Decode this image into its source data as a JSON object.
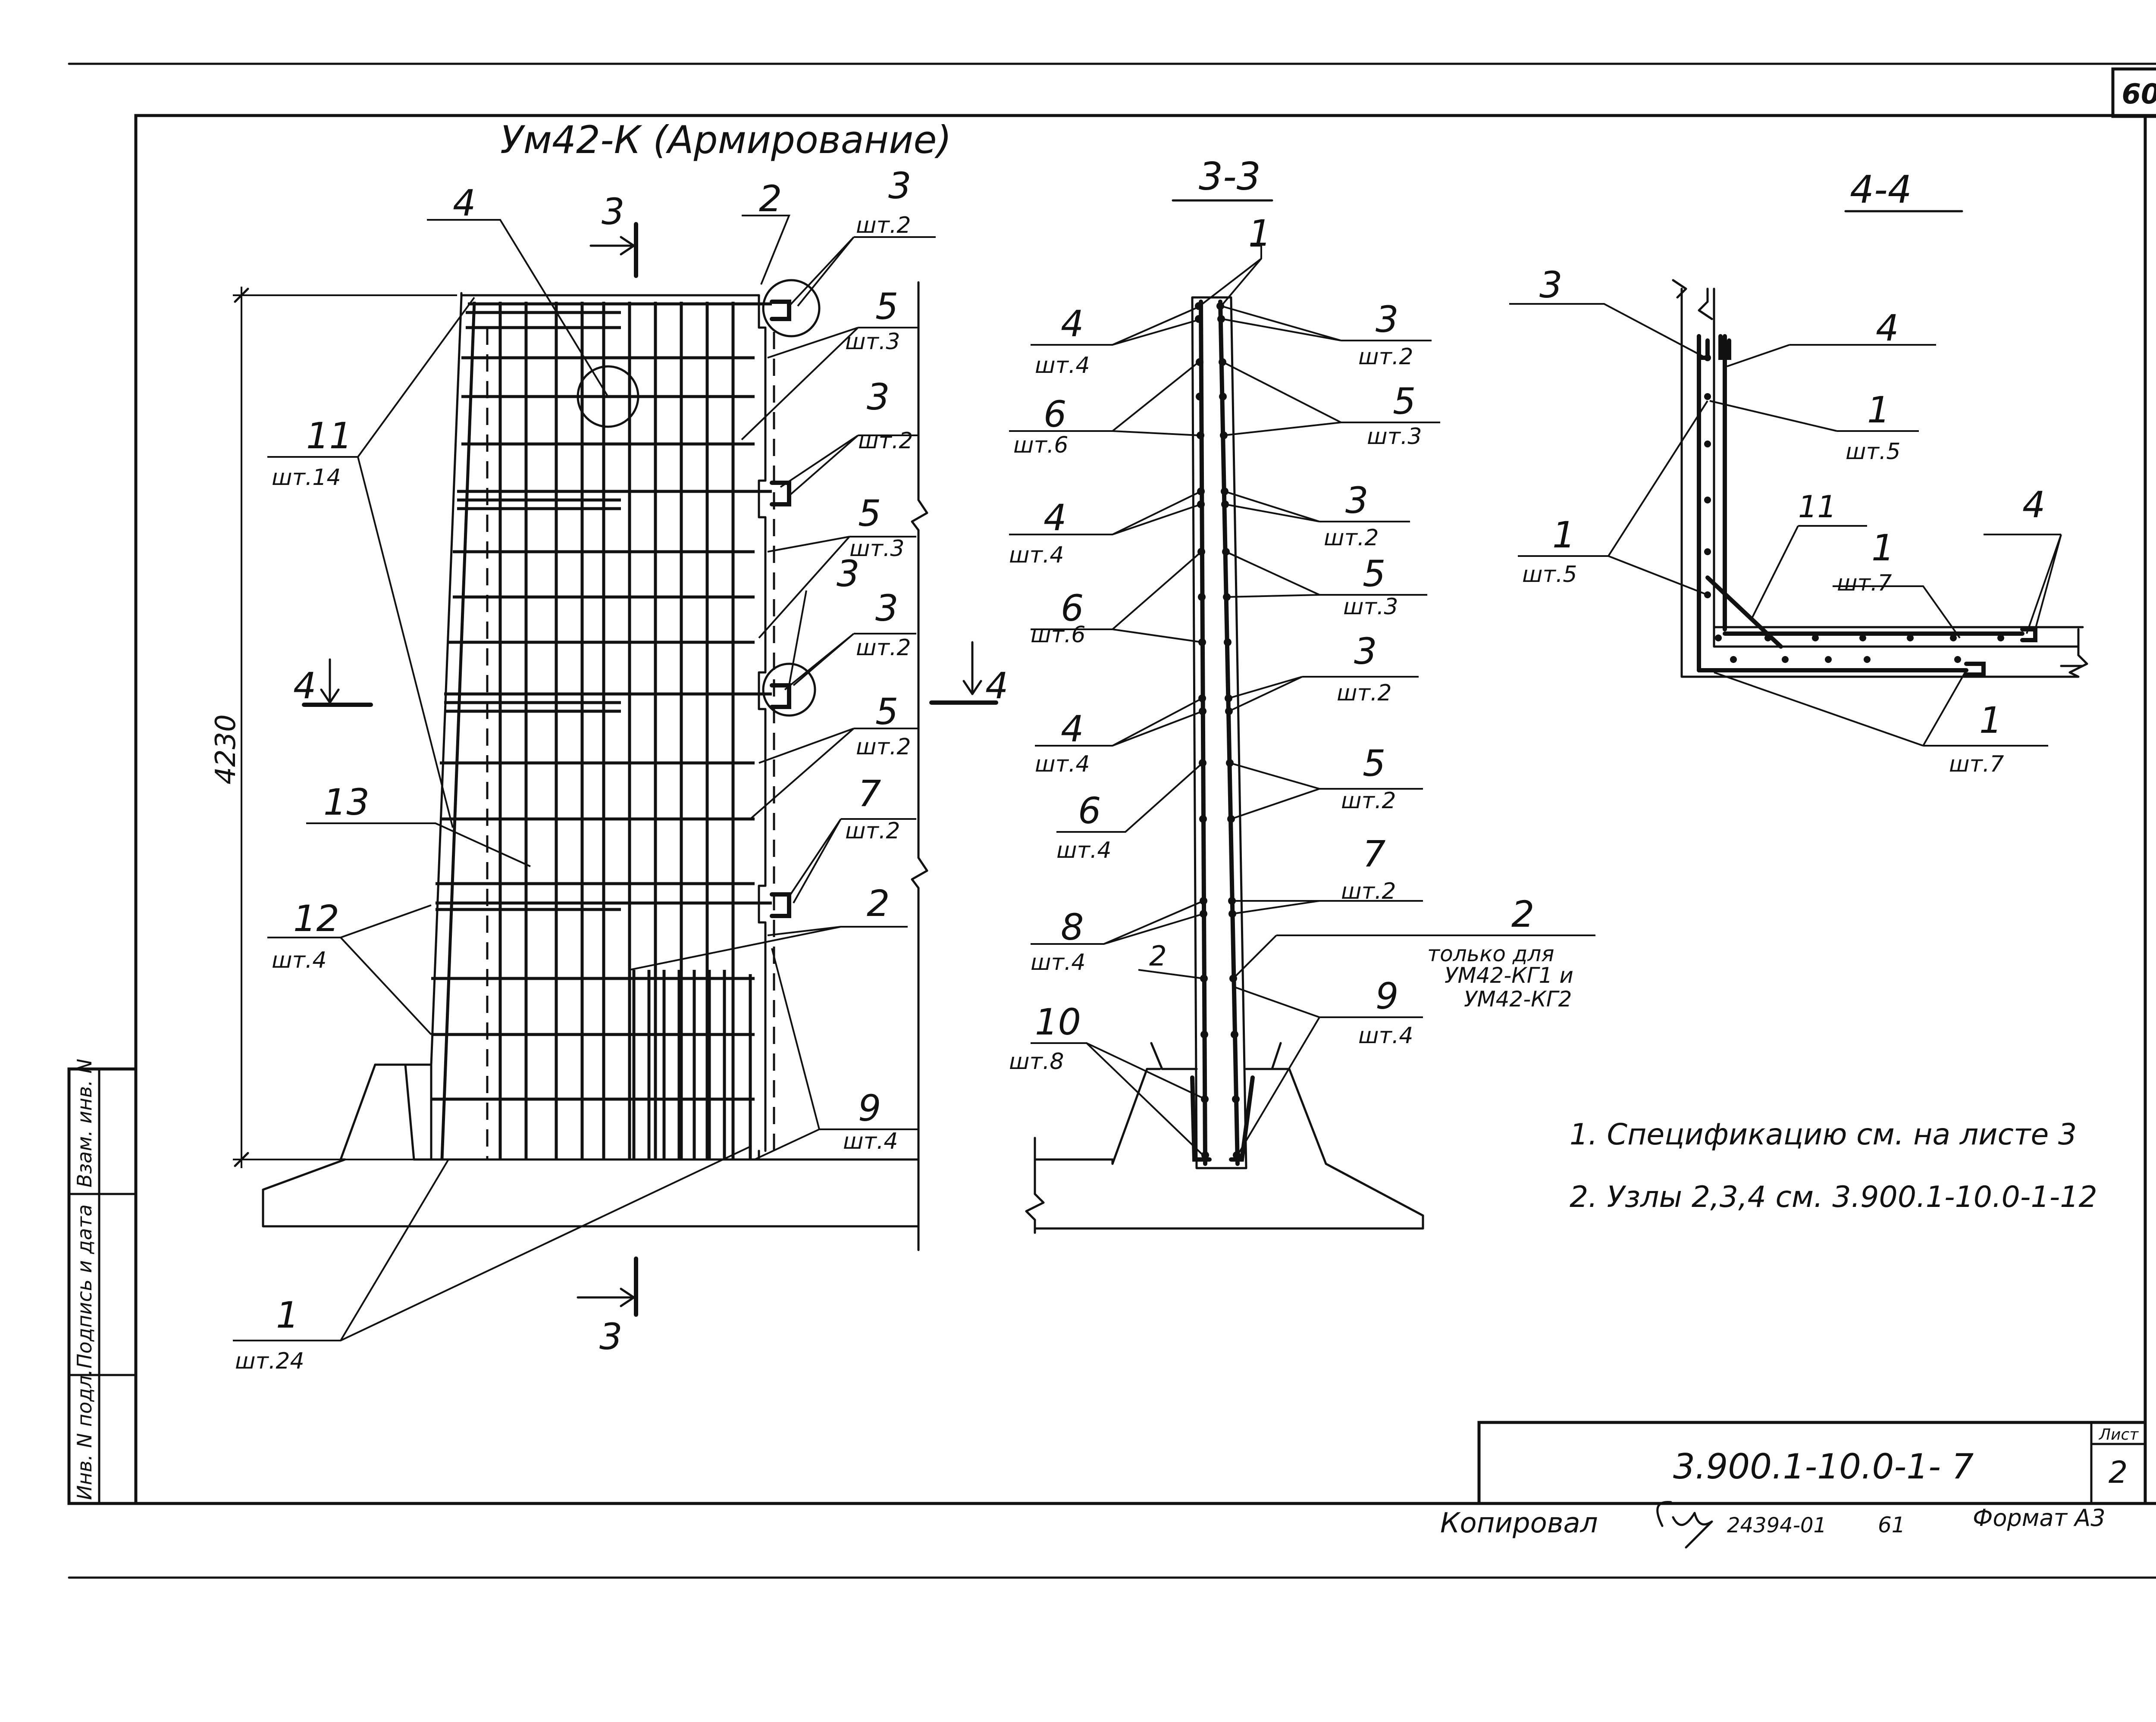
{
  "sheet": {
    "corner_number": "60",
    "drawing_title": "Ум42-К (Армирование)",
    "section_3_title": "3-3",
    "section_4_title": "4-4",
    "section_marker_3": "3",
    "section_marker_4": "4",
    "dimension_height": "4230"
  },
  "elevation_callouts": [
    {
      "num": "4",
      "qty": ""
    },
    {
      "num": "2",
      "qty": ""
    },
    {
      "num": "3",
      "qty": "шт.2"
    },
    {
      "num": "5",
      "qty": "шт.3"
    },
    {
      "num": "3",
      "qty": "шт.2"
    },
    {
      "num": "11",
      "qty": "шт.14"
    },
    {
      "num": "5",
      "qty": "шт.3"
    },
    {
      "num": "3",
      "qty": ""
    },
    {
      "num": "3",
      "qty": "шт.2"
    },
    {
      "num": "5",
      "qty": "шт.2"
    },
    {
      "num": "13",
      "qty": ""
    },
    {
      "num": "7",
      "qty": "шт.2"
    },
    {
      "num": "12",
      "qty": "шт.4"
    },
    {
      "num": "2",
      "qty": ""
    },
    {
      "num": "9",
      "qty": "шт.4"
    },
    {
      "num": "1",
      "qty": "шт.24"
    }
  ],
  "section_33_left": [
    {
      "num": "4",
      "qty": "шт.4"
    },
    {
      "num": "6",
      "qty": "шт.6"
    },
    {
      "num": "4",
      "qty": "шт.4"
    },
    {
      "num": "6",
      "qty": "шт.6"
    },
    {
      "num": "4",
      "qty": "шт.4"
    },
    {
      "num": "6",
      "qty": "шт.4"
    },
    {
      "num": "8",
      "qty": "шт.4"
    },
    {
      "num": "10",
      "qty": "шт.8"
    }
  ],
  "section_33_right": [
    {
      "num": "1",
      "qty": ""
    },
    {
      "num": "3",
      "qty": "шт.2"
    },
    {
      "num": "5",
      "qty": "шт.3"
    },
    {
      "num": "3",
      "qty": "шт.2"
    },
    {
      "num": "5",
      "qty": "шт.3"
    },
    {
      "num": "3",
      "qty": "шт.2"
    },
    {
      "num": "5",
      "qty": "шт.2"
    },
    {
      "num": "7",
      "qty": "шт.2"
    },
    {
      "num": "9",
      "qty": "шт.4"
    }
  ],
  "section_33_extra": {
    "label_2_small": "2",
    "label_2": "2",
    "note_line1": "только для",
    "note_line2": "УМ42-КГ1 и",
    "note_line3": "УМ42-КГ2"
  },
  "section_44_callouts": [
    {
      "num": "3",
      "qty": ""
    },
    {
      "num": "4",
      "qty": ""
    },
    {
      "num": "1",
      "qty": "шт.5"
    },
    {
      "num": "1",
      "qty": "шт.5"
    },
    {
      "num": "11",
      "qty": ""
    },
    {
      "num": "1",
      "qty": "шт.7"
    },
    {
      "num": "4",
      "qty": ""
    },
    {
      "num": "1",
      "qty": "шт.7"
    }
  ],
  "notes": [
    "1. Спецификацию см. на листе 3",
    "2. Узлы 2,3,4 см. 3.900.1-10.0-1-12"
  ],
  "side_stamp": [
    "Инв. N подл.",
    "Подпись и дата",
    "Взам. инв. N"
  ],
  "title_block": {
    "doc_code": "3.900.1-10.0-1- 7",
    "sheet_label": "Лист",
    "sheet_number": "2"
  },
  "footer": {
    "copied": "Копировал",
    "order": "24394-01",
    "page": "61",
    "format": "Формат А3"
  }
}
